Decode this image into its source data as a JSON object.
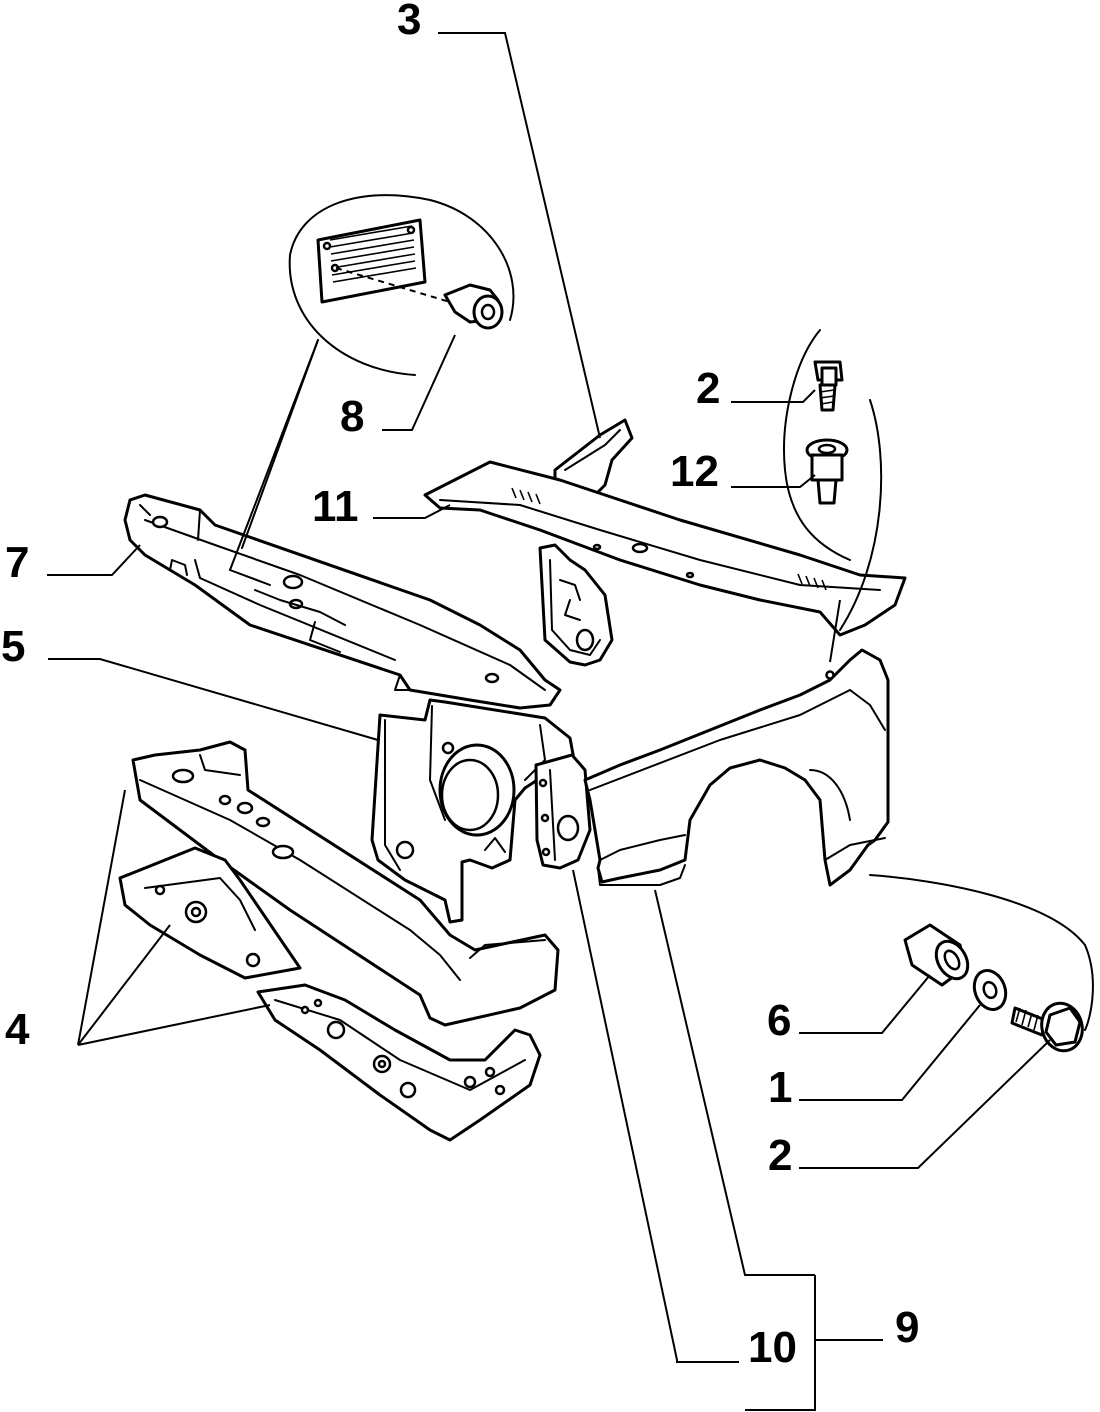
{
  "callouts": {
    "c1": "1",
    "c2a": "2",
    "c2b": "2",
    "c3": "3",
    "c4": "4",
    "c5": "5",
    "c6": "6",
    "c7": "7",
    "c8": "8",
    "c9": "9",
    "c10": "10",
    "c11": "11",
    "c12": "12"
  },
  "colors": {
    "ink": "#000000",
    "paper": "#ffffff"
  }
}
